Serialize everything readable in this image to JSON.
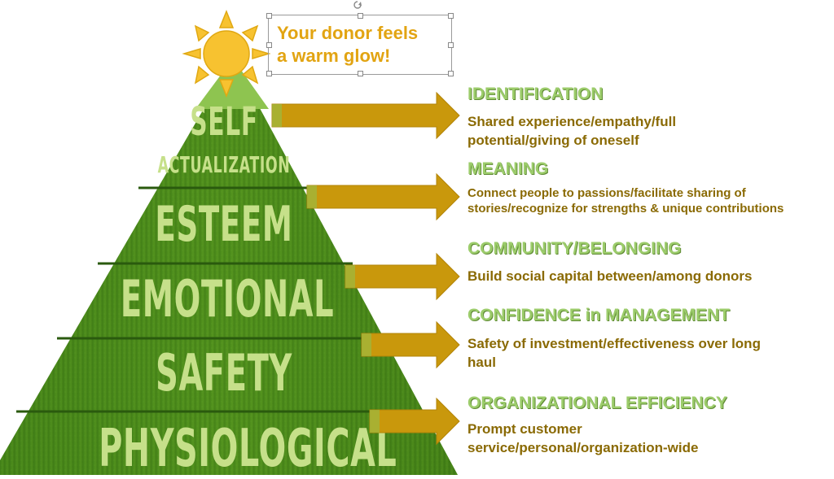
{
  "callout": {
    "line1": "Your donor feels",
    "line2": "a warm glow!"
  },
  "pyramid_layers": [
    {
      "line1": "SELF",
      "line2": "ACTUALIZATION"
    },
    {
      "label": "ESTEEM"
    },
    {
      "label": "EMOTIONAL"
    },
    {
      "label": "SAFETY"
    },
    {
      "label": "PHYSIOLOGICAL"
    }
  ],
  "motivations": [
    {
      "heading": "IDENTIFICATION",
      "desc_lines": [
        "Shared experience/empathy/full",
        "potential/giving of oneself"
      ]
    },
    {
      "heading": "MEANING",
      "desc_lines": [
        "Connect people to passions/facilitate sharing of",
        "stories/recognize for strengths & unique contributions"
      ]
    },
    {
      "heading": "COMMUNITY/BELONGING",
      "desc_lines": [
        "Build social capital between/among donors"
      ]
    },
    {
      "heading": "CONFIDENCE in MANAGEMENT",
      "desc_lines": [
        "Safety of investment/effectiveness over long",
        "haul"
      ]
    },
    {
      "heading": "ORGANIZATIONAL EFFICIENCY",
      "desc_lines": [
        "Prompt customer",
        "service/personal/organization-wide"
      ]
    }
  ],
  "colors": {
    "pyramid_green": "#4a8a1e",
    "pyramid_dark": "#2f6410",
    "peak_green": "#8ec450",
    "label_green": "#c6e08a",
    "arrow_gold": "#c9980c",
    "heading_green": "#9ccc6b",
    "desc_brown": "#8a6a04",
    "sun_yellow": "#f7c230"
  }
}
